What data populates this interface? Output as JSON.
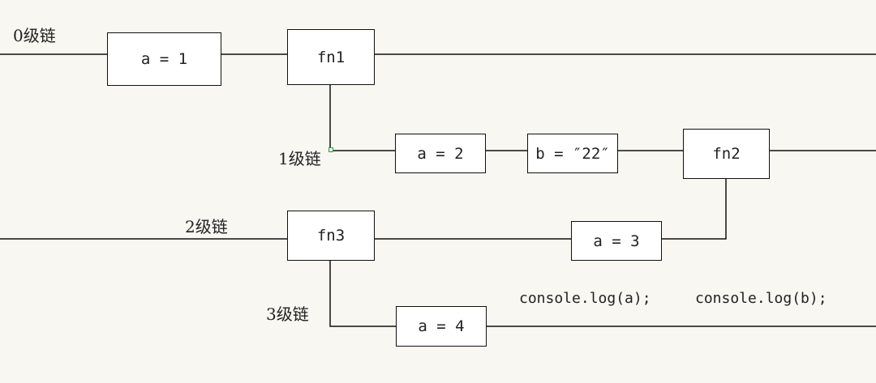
{
  "chain_labels": {
    "level0": "0级链",
    "level1": "1级链",
    "level2": "2级链",
    "level3": "3级链"
  },
  "nodes": {
    "a1": "a = 1",
    "fn1": "fn1",
    "a2": "a = 2",
    "b22": "b = ″22″",
    "fn2": "fn2",
    "fn3": "fn3",
    "a3": "a = 3",
    "a4": "a = 4"
  },
  "code": {
    "log_a": "console.log(a);",
    "log_b": "console.log(b);"
  },
  "colors": {
    "background": "#f9f7f1",
    "line": "#111111",
    "box_fill": "#ffffff",
    "selection_handle": "#2ea043"
  }
}
